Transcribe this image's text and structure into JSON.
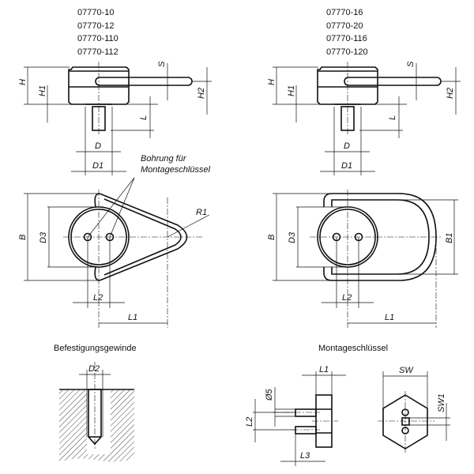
{
  "left_variant": {
    "part_numbers": [
      "07770-10",
      "07770-12",
      "07770-110",
      "07770-112"
    ]
  },
  "right_variant": {
    "part_numbers": [
      "07770-16",
      "07770-20",
      "07770-116",
      "07770-120"
    ]
  },
  "dims": {
    "H": "H",
    "H1": "H1",
    "H2": "H2",
    "S": "S",
    "L": "L",
    "D": "D",
    "D1": "D1",
    "B": "B",
    "B1": "B1",
    "D3": "D3",
    "L1": "L1",
    "L2": "L2",
    "L3": "L3",
    "R1": "R1",
    "D2": "D2",
    "D5": "Ø5",
    "SW": "SW",
    "SW1": "SW1"
  },
  "notes": {
    "bore_line1": "Bohrung für",
    "bore_line2": "Montageschlüssel"
  },
  "sections": {
    "thread": "Befestigungsgewinde",
    "key": "Montageschlüssel"
  }
}
